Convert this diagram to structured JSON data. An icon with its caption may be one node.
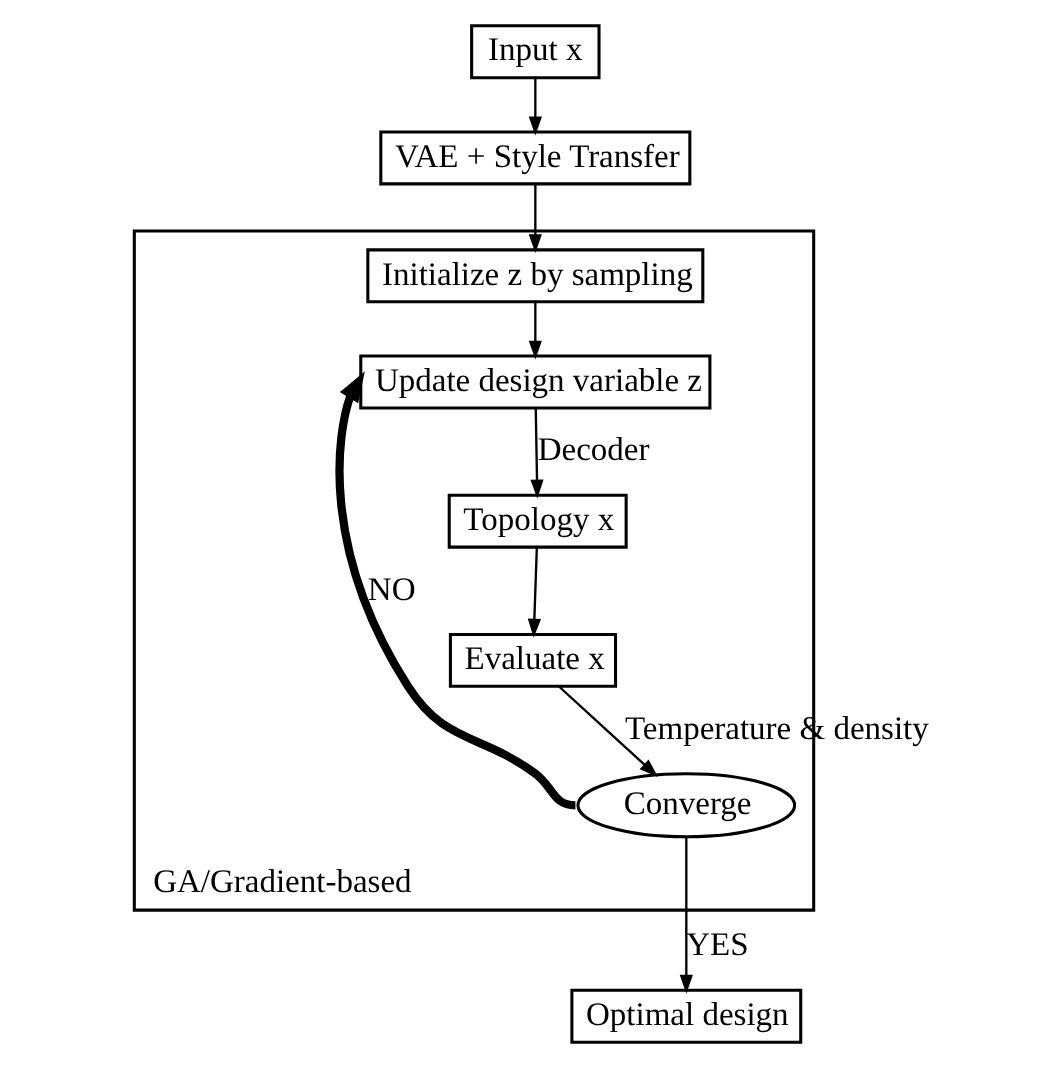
{
  "diagram": {
    "nodes": [
      {
        "text": [
          "Input x"
        ]
      },
      {
        "text": [
          "VAE + Style Transfer"
        ]
      },
      {
        "text": [
          "GA/Gradient-based"
        ]
      },
      {
        "text": [
          "Initialize z by sampling"
        ],
        "in": 2
      },
      {
        "text": [
          "Update design variable z"
        ],
        "in": 2
      },
      {
        "text": [
          "Topology x"
        ],
        "in": 2
      },
      {
        "text": [
          "Evaluate x"
        ],
        "in": 2
      },
      {
        "text": [
          "Converge"
        ],
        "in": 2
      },
      {
        "text": [
          "Optimal design"
        ]
      }
    ],
    "edges": [
      {
        "from": 0,
        "to": 1,
        "arrow": "to"
      },
      {
        "from": 1,
        "to": 3,
        "arrow": "to"
      },
      {
        "from": 3,
        "to": 4,
        "arrow": "to"
      },
      {
        "from": 4,
        "to": 5,
        "arrow": "to",
        "label": "Decoder"
      },
      {
        "from": 5,
        "to": 6,
        "arrow": "to"
      },
      {
        "from": 6,
        "to": 7,
        "arrow": "to",
        "label": "Temperature & density"
      },
      {
        "from": 7,
        "to": 4,
        "arrow": "to",
        "label": "NO",
        "style": "thick"
      },
      {
        "from": 7,
        "to": 8,
        "arrow": "to",
        "label": "YES"
      }
    ]
  }
}
